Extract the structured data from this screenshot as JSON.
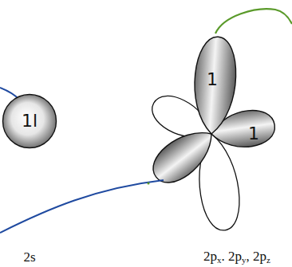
{
  "diagram": {
    "nodes": [
      {
        "text": [
          "1l"
        ]
      },
      {
        "text": [
          "1"
        ]
      },
      {
        "text": [
          "1"
        ]
      }
    ],
    "labels": [
      "2s",
      "2px. 2py, 2pz"
    ]
  }
}
